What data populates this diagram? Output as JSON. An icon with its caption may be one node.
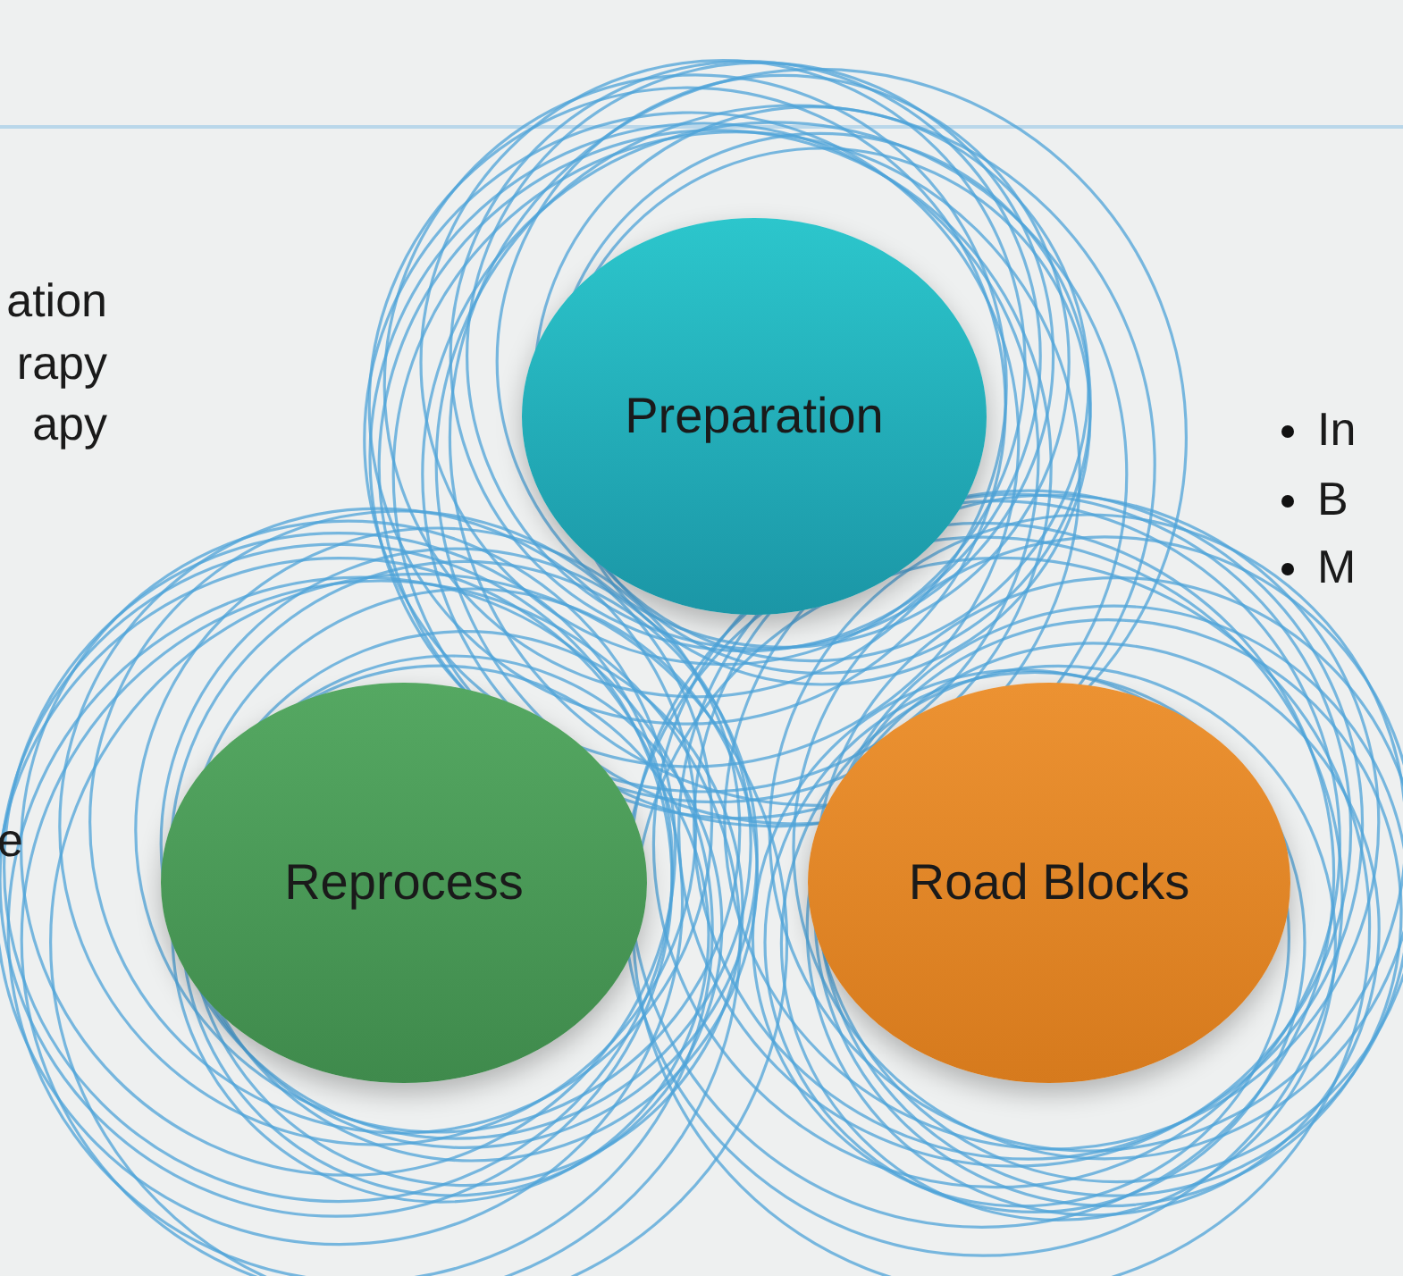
{
  "diagram": {
    "nodes": [
      {
        "text": [
          "Preparation"
        ]
      },
      {
        "text": [
          "Reprocess"
        ]
      },
      {
        "text": [
          "Road Blocks"
        ]
      }
    ],
    "labels": [
      "ation",
      "rapy",
      "apy",
      "e",
      "In",
      "B",
      "M"
    ]
  }
}
